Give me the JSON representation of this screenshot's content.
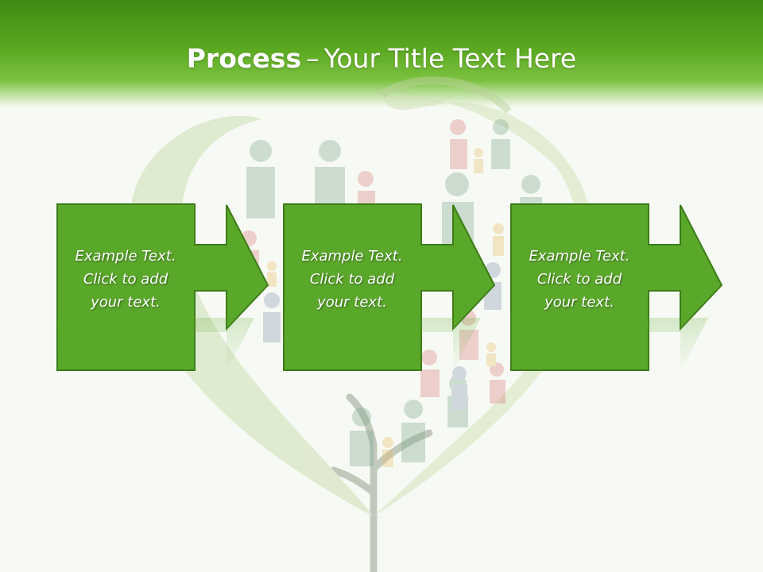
{
  "title": {
    "bold": "Process",
    "dash": "–",
    "rest": "Your Title Text Here"
  },
  "steps": [
    {
      "line1": "Example Text.",
      "line2": "Click  to add",
      "line3": "your text."
    },
    {
      "line1": "Example Text.",
      "line2": "Click  to add",
      "line3": "your text."
    },
    {
      "line1": "Example Text.",
      "line2": "Click  to add",
      "line3": "your text."
    }
  ],
  "colors": {
    "box": "#5aa82a",
    "border": "#3d7d18",
    "header": "#4f9a1c"
  },
  "icons": [
    "arrow-right-icon",
    "heart-tree-illustration",
    "people-icon"
  ]
}
